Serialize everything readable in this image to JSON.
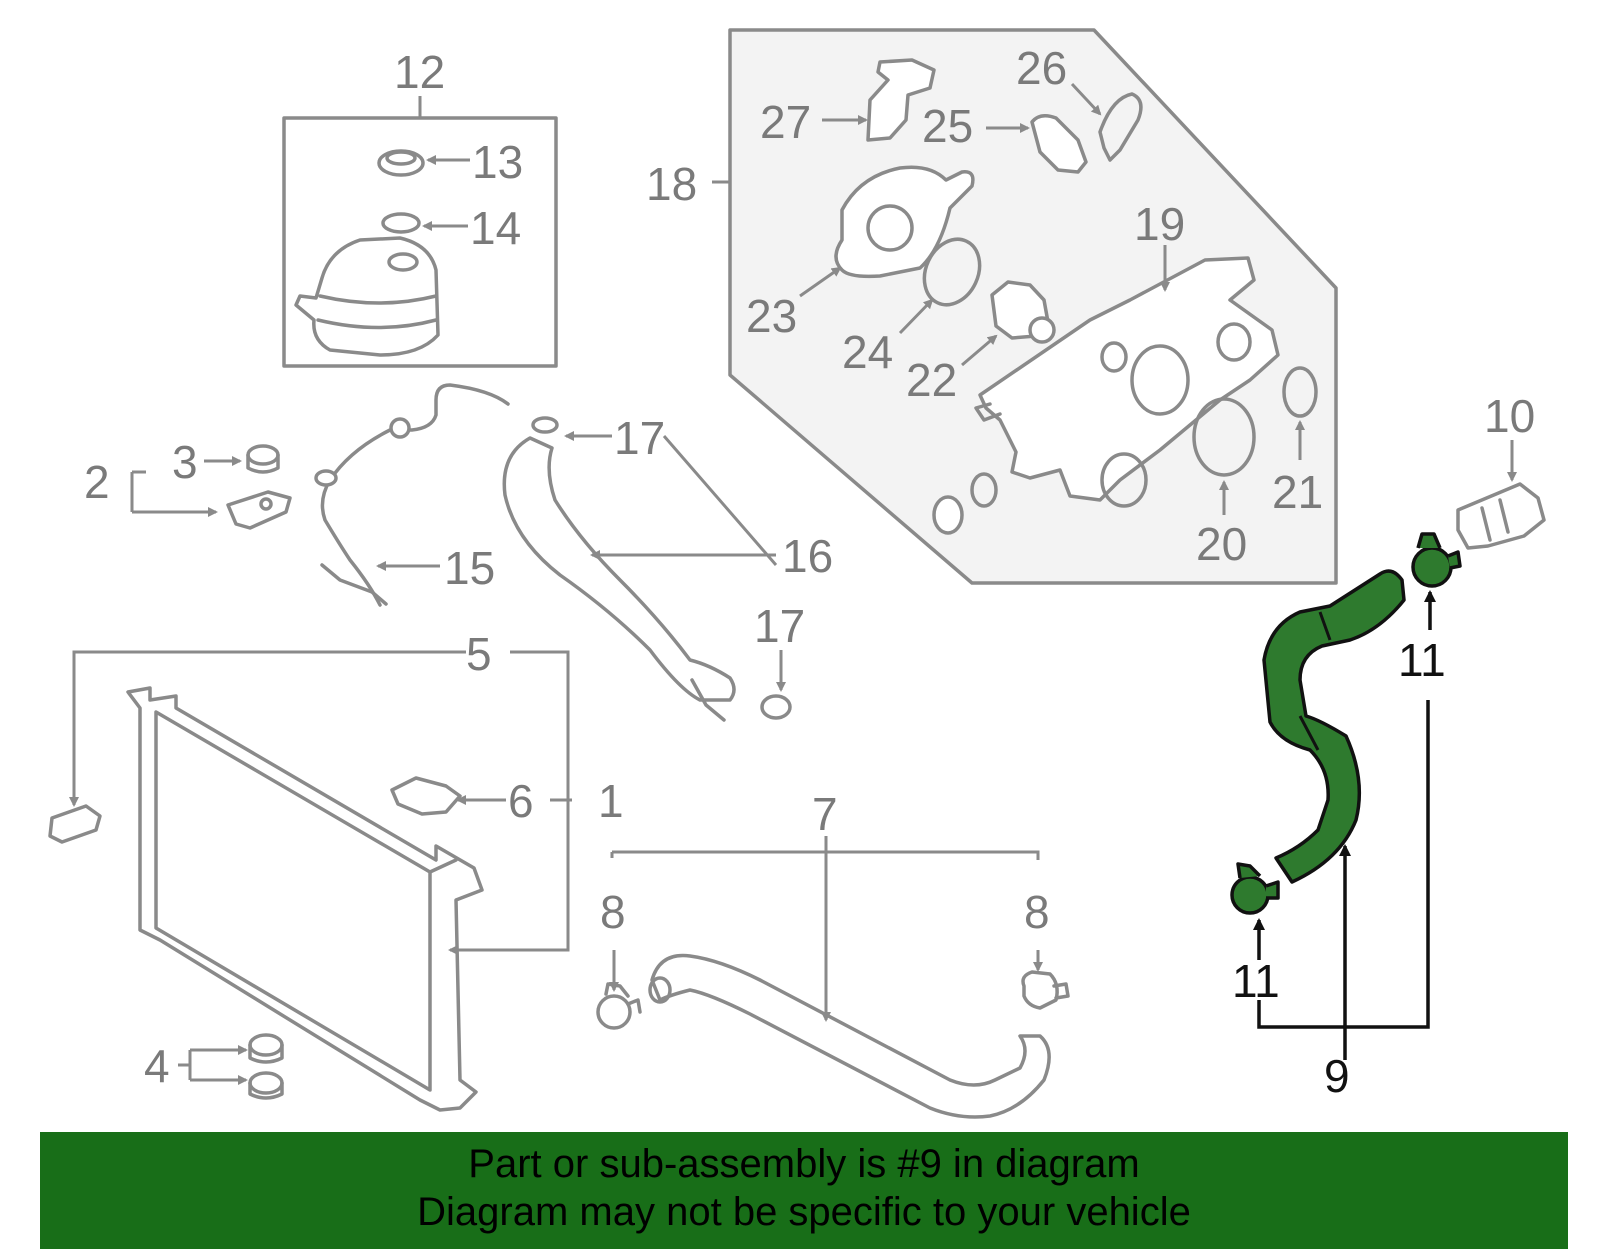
{
  "colors": {
    "highlight_part": "#2e7a2e",
    "banner_background": "#186e18",
    "part_outline": "#8a8a8a",
    "callout_text": "#7a7a7a",
    "highlight_text": "#111111"
  },
  "callouts": {
    "c1": "1",
    "c2": "2",
    "c3": "3",
    "c4": "4",
    "c5": "5",
    "c6": "6",
    "c7": "7",
    "c8a": "8",
    "c8b": "8",
    "c9": "9",
    "c10": "10",
    "c11a": "11",
    "c11b": "11",
    "c12": "12",
    "c13": "13",
    "c14": "14",
    "c15": "15",
    "c16": "16",
    "c17a": "17",
    "c17b": "17",
    "c18": "18",
    "c19": "19",
    "c20": "20",
    "c21": "21",
    "c22": "22",
    "c23": "23",
    "c24": "24",
    "c25": "25",
    "c26": "26",
    "c27": "27"
  },
  "banner": {
    "line1": "Part or sub-assembly is #9 in diagram",
    "line2": "Diagram may not be specific to your vehicle"
  }
}
